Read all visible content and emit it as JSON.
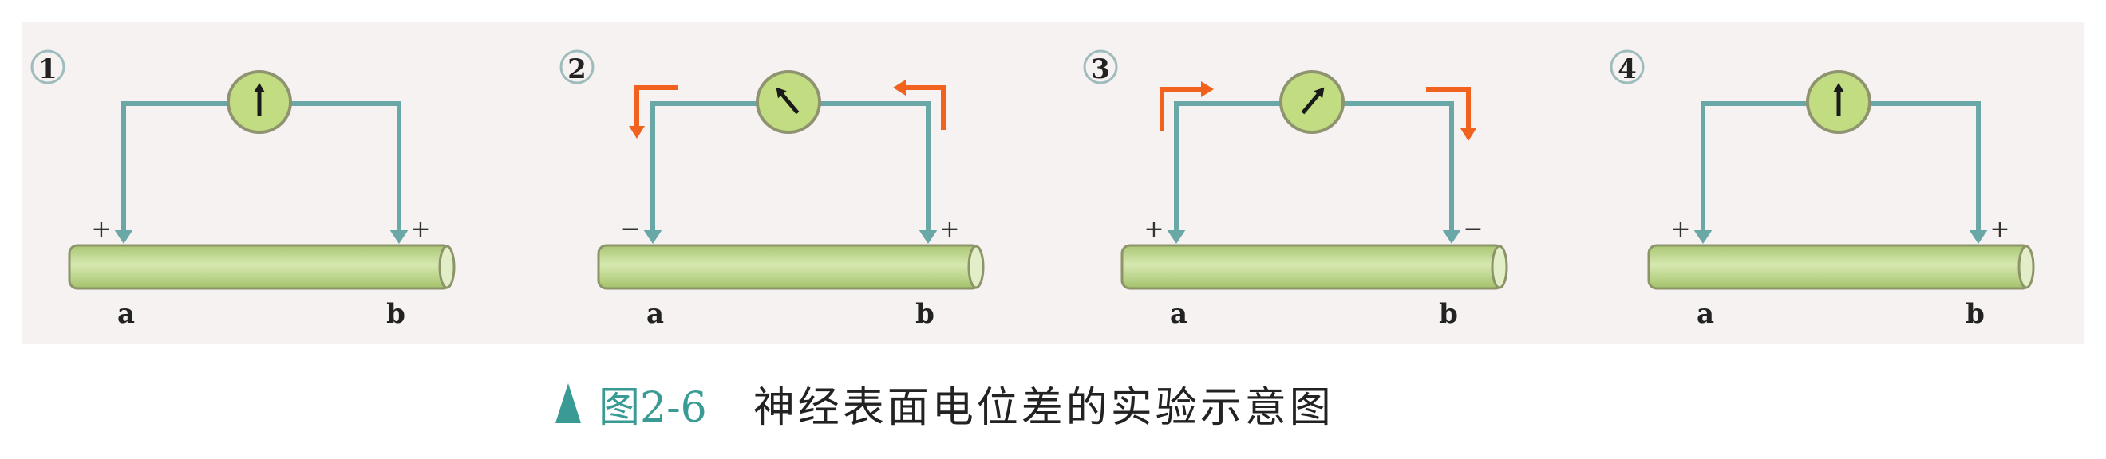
{
  "colors": {
    "background_panel": "#f6f2f1",
    "wire": "#6aa8a8",
    "nerve_fill": "#bcd88a",
    "nerve_stroke": "#8c9468",
    "meter_fill": "#c2dc82",
    "current_arrow": "#f0621e",
    "caption_accent": "#3a9a94"
  },
  "panels": [
    {
      "number": "1",
      "left_sign": "+",
      "right_sign": "+",
      "label_a": "a",
      "label_b": "b",
      "needle": "up",
      "current": "none"
    },
    {
      "number": "2",
      "left_sign": "−",
      "right_sign": "+",
      "label_a": "a",
      "label_b": "b",
      "needle": "left",
      "current": "right-to-left"
    },
    {
      "number": "3",
      "left_sign": "+",
      "right_sign": "−",
      "label_a": "a",
      "label_b": "b",
      "needle": "right",
      "current": "left-to-right"
    },
    {
      "number": "4",
      "left_sign": "+",
      "right_sign": "+",
      "label_a": "a",
      "label_b": "b",
      "needle": "up",
      "current": "none"
    }
  ],
  "caption": {
    "figure_number": "图2-6",
    "text": "神经表面电位差的实验示意图"
  }
}
